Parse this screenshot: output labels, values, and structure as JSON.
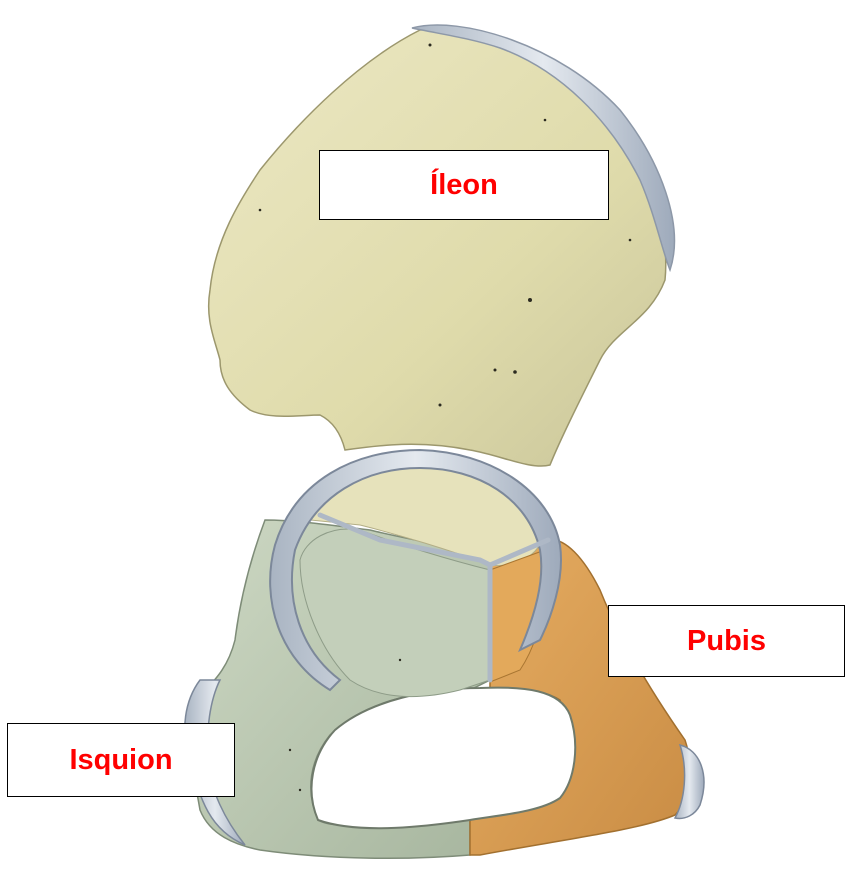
{
  "labels": {
    "ileon": "Íleon",
    "pubis": "Pubis",
    "isquion": "Isquion"
  },
  "colors": {
    "label_text": "#ff0000",
    "ilium": "#e3dfb2",
    "ischium": "#bccab3",
    "pubis": "#d9a055",
    "cartilage_rim": "#c8d1dc"
  }
}
